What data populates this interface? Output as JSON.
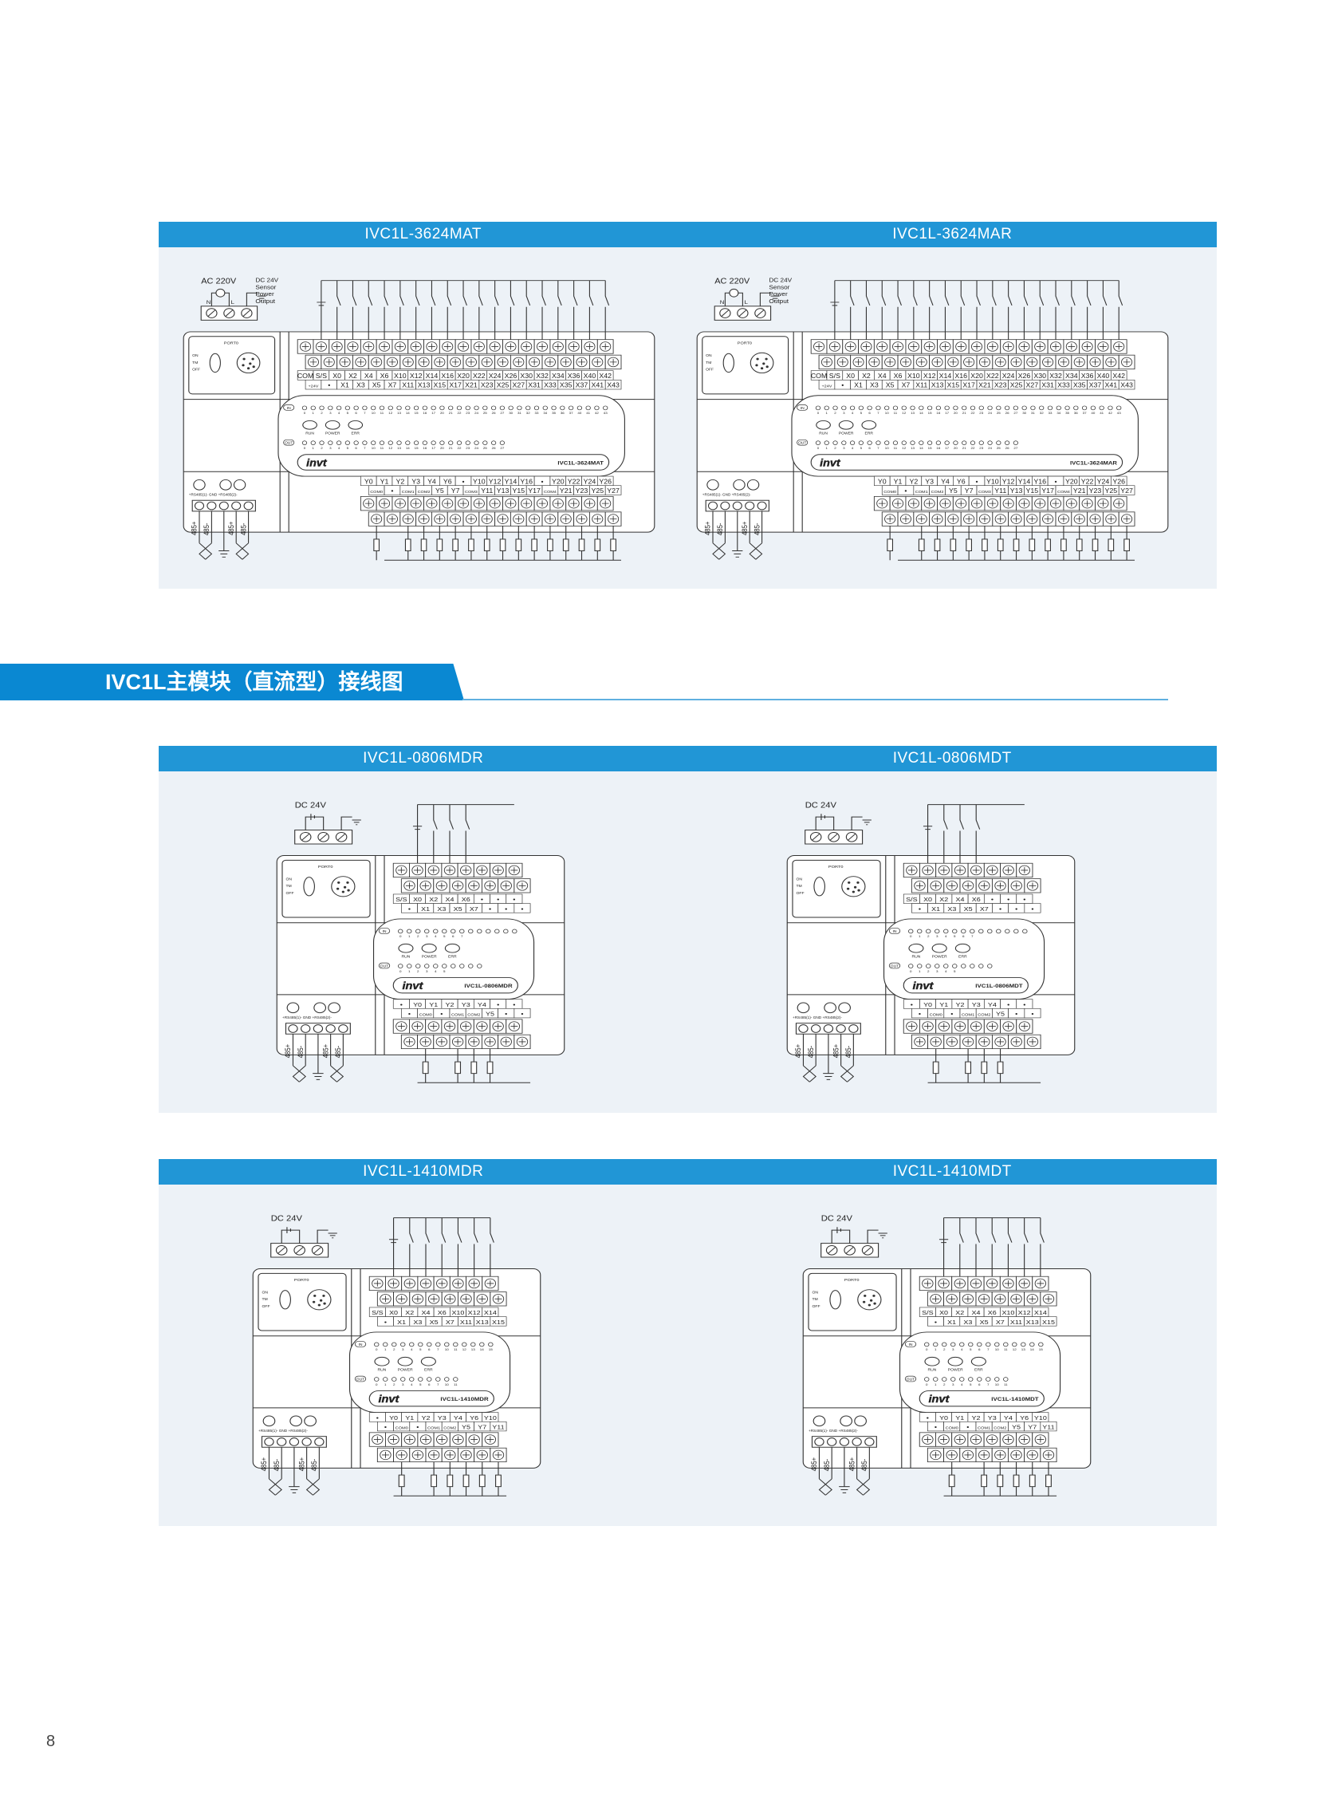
{
  "section_title": "IVC1L主模块（直流型）接线图",
  "page_number": "8",
  "colors": {
    "header": "#2196d6",
    "section": "#0a88d2",
    "panel_bg": "#edf2f7"
  },
  "common": {
    "port": "PORT0",
    "switch": [
      "ON",
      "TM",
      "OFF"
    ],
    "rs485": "+RS485(1)-  GND  +RS485(2)-",
    "bus": [
      "485+",
      "485-",
      "485+",
      "485-"
    ],
    "in": "IN",
    "out": "OUT",
    "status": [
      "RUN",
      "POWER",
      "ERR"
    ],
    "logo": "invt",
    "ac_terminals": [
      "N",
      "L"
    ]
  },
  "panels": [
    {
      "items": [
        {
          "title": "IVC1L-3624MAT",
          "diagram": {
            "model": "IVC1L-3624MAT",
            "power": "AC 220V",
            "sensor": [
              "DC 24V",
              "Sensor",
              "Power",
              "Output"
            ],
            "top1": [
              "COM",
              "S/S",
              "X0",
              "X2",
              "X4",
              "X6",
              "X10",
              "X12",
              "X14",
              "X16",
              "X20",
              "X22",
              "X24",
              "X26",
              "X30",
              "X32",
              "X34",
              "X36",
              "X40",
              "X42"
            ],
            "top2": [
              "+24V",
              "•",
              "X1",
              "X3",
              "X5",
              "X7",
              "X11",
              "X13",
              "X15",
              "X17",
              "X21",
              "X23",
              "X25",
              "X27",
              "X31",
              "X33",
              "X35",
              "X37",
              "X41",
              "X43"
            ],
            "bot1": [
              "Y0",
              "Y1",
              "Y2",
              "Y3",
              "Y4",
              "Y6",
              "•",
              "Y10",
              "Y12",
              "Y14",
              "Y16",
              "•",
              "Y20",
              "Y22",
              "Y24",
              "Y26"
            ],
            "bot2": [
              "COM0",
              "•",
              "COM1",
              "COM2",
              "Y5",
              "Y7",
              "COM3",
              "Y11",
              "Y13",
              "Y15",
              "Y17",
              "COM4",
              "Y21",
              "Y23",
              "Y25",
              "Y27"
            ],
            "in_leds": [
              "0",
              "1",
              "2",
              "3",
              "4",
              "5",
              "6",
              "7",
              "10",
              "11",
              "12",
              "13",
              "14",
              "15",
              "16",
              "17",
              "20",
              "21",
              "22",
              "23",
              "24",
              "25",
              "26",
              "27",
              "30",
              "31",
              "32",
              "33",
              "34",
              "35",
              "36",
              "37",
              "40",
              "41",
              "42",
              "43"
            ],
            "in_count": 36,
            "out_leds": [
              "0",
              "1",
              "2",
              "3",
              "4",
              "5",
              "6",
              "7",
              "10",
              "11",
              "12",
              "13",
              "14",
              "15",
              "16",
              "17",
              "20",
              "21",
              "22",
              "23",
              "24",
              "25",
              "26",
              "27"
            ],
            "out_count": 24
          }
        },
        {
          "title": "IVC1L-3624MAR",
          "diagram": {
            "model": "IVC1L-3624MAR",
            "power": "AC 220V",
            "sensor": [
              "DC 24V",
              "Sensor",
              "Power",
              "Output"
            ],
            "top1": [
              "COM",
              "S/S",
              "X0",
              "X2",
              "X4",
              "X6",
              "X10",
              "X12",
              "X14",
              "X16",
              "X20",
              "X22",
              "X24",
              "X26",
              "X30",
              "X32",
              "X34",
              "X36",
              "X40",
              "X42"
            ],
            "top2": [
              "+24V",
              "•",
              "X1",
              "X3",
              "X5",
              "X7",
              "X11",
              "X13",
              "X15",
              "X17",
              "X21",
              "X23",
              "X25",
              "X27",
              "X31",
              "X33",
              "X35",
              "X37",
              "X41",
              "X43"
            ],
            "bot1": [
              "Y0",
              "Y1",
              "Y2",
              "Y3",
              "Y4",
              "Y6",
              "•",
              "Y10",
              "Y12",
              "Y14",
              "Y16",
              "•",
              "Y20",
              "Y22",
              "Y24",
              "Y26"
            ],
            "bot2": [
              "COM0",
              "•",
              "COM1",
              "COM2",
              "Y5",
              "Y7",
              "COM3",
              "Y11",
              "Y13",
              "Y15",
              "Y17",
              "COM4",
              "Y21",
              "Y23",
              "Y25",
              "Y27"
            ],
            "in_leds": [
              "0",
              "1",
              "2",
              "3",
              "4",
              "5",
              "6",
              "7",
              "10",
              "11",
              "12",
              "13",
              "14",
              "15",
              "16",
              "17",
              "20",
              "21",
              "22",
              "23",
              "24",
              "25",
              "26",
              "27",
              "30",
              "31",
              "32",
              "33",
              "34",
              "35",
              "36",
              "37",
              "40",
              "41",
              "42",
              "43"
            ],
            "in_count": 36,
            "out_leds": [
              "0",
              "1",
              "2",
              "3",
              "4",
              "5",
              "6",
              "7",
              "10",
              "11",
              "12",
              "13",
              "14",
              "15",
              "16",
              "17",
              "20",
              "21",
              "22",
              "23",
              "24",
              "25",
              "26",
              "27"
            ],
            "out_count": 24
          }
        }
      ]
    },
    {
      "items": [
        {
          "title": "IVC1L-0806MDR",
          "diagram": {
            "model": "IVC1L-0806MDR",
            "power": "DC 24V",
            "top1": [
              "S/S",
              "X0",
              "X2",
              "X4",
              "X6",
              "•",
              "•",
              "•"
            ],
            "top2": [
              "•",
              "X1",
              "X3",
              "X5",
              "X7",
              "•",
              "•",
              "•"
            ],
            "bot1": [
              "•",
              "Y0",
              "Y1",
              "Y2",
              "Y3",
              "Y4",
              "•",
              "•"
            ],
            "bot2": [
              "•",
              "COM0",
              "•",
              "COM1",
              "COM2",
              "Y5",
              "•",
              "•"
            ],
            "in_leds": [
              "0",
              "1",
              "2",
              "3",
              "4",
              "5",
              "6",
              "7"
            ],
            "in_count": 14,
            "out_leds": [
              "0",
              "1",
              "2",
              "3",
              "4",
              "5"
            ],
            "out_count": 10
          }
        },
        {
          "title": "IVC1L-0806MDT",
          "diagram": {
            "model": "IVC1L-0806MDT",
            "power": "DC 24V",
            "top1": [
              "S/S",
              "X0",
              "X2",
              "X4",
              "X6",
              "•",
              "•",
              "•"
            ],
            "top2": [
              "•",
              "X1",
              "X3",
              "X5",
              "X7",
              "•",
              "•",
              "•"
            ],
            "bot1": [
              "•",
              "Y0",
              "Y1",
              "Y2",
              "Y3",
              "Y4",
              "•",
              "•"
            ],
            "bot2": [
              "•",
              "COM0",
              "•",
              "COM1",
              "COM2",
              "Y5",
              "•",
              "•"
            ],
            "in_leds": [
              "0",
              "1",
              "2",
              "3",
              "4",
              "5",
              "6",
              "7"
            ],
            "in_count": 14,
            "out_leds": [
              "0",
              "1",
              "2",
              "3",
              "4",
              "5"
            ],
            "out_count": 10
          }
        }
      ]
    },
    {
      "items": [
        {
          "title": "IVC1L-1410MDR",
          "diagram": {
            "model": "IVC1L-1410MDR",
            "power": "DC 24V",
            "top1": [
              "S/S",
              "X0",
              "X2",
              "X4",
              "X6",
              "X10",
              "X12",
              "X14"
            ],
            "top2": [
              "•",
              "X1",
              "X3",
              "X5",
              "X7",
              "X11",
              "X13",
              "X15"
            ],
            "bot1": [
              "•",
              "Y0",
              "Y1",
              "Y2",
              "Y3",
              "Y4",
              "Y6",
              "Y10"
            ],
            "bot2": [
              "•",
              "COM0",
              "•",
              "COM1",
              "COM2",
              "Y5",
              "Y7",
              "Y11"
            ],
            "in_leds": [
              "0",
              "1",
              "2",
              "3",
              "4",
              "5",
              "6",
              "7",
              "10",
              "11",
              "12",
              "13",
              "14",
              "15"
            ],
            "in_count": 14,
            "out_leds": [
              "0",
              "1",
              "2",
              "3",
              "4",
              "5",
              "6",
              "7",
              "10",
              "11"
            ],
            "out_count": 10
          }
        },
        {
          "title": "IVC1L-1410MDT",
          "diagram": {
            "model": "IVC1L-1410MDT",
            "power": "DC 24V",
            "top1": [
              "S/S",
              "X0",
              "X2",
              "X4",
              "X6",
              "X10",
              "X12",
              "X14"
            ],
            "top2": [
              "•",
              "X1",
              "X3",
              "X5",
              "X7",
              "X11",
              "X13",
              "X15"
            ],
            "bot1": [
              "•",
              "Y0",
              "Y1",
              "Y2",
              "Y3",
              "Y4",
              "Y6",
              "Y10"
            ],
            "bot2": [
              "•",
              "COM0",
              "•",
              "COM1",
              "COM2",
              "Y5",
              "Y7",
              "Y11"
            ],
            "in_leds": [
              "0",
              "1",
              "2",
              "3",
              "4",
              "5",
              "6",
              "7",
              "10",
              "11",
              "12",
              "13",
              "14",
              "15"
            ],
            "in_count": 14,
            "out_leds": [
              "0",
              "1",
              "2",
              "3",
              "4",
              "5",
              "6",
              "7",
              "10",
              "11"
            ],
            "out_count": 10
          }
        }
      ]
    }
  ]
}
